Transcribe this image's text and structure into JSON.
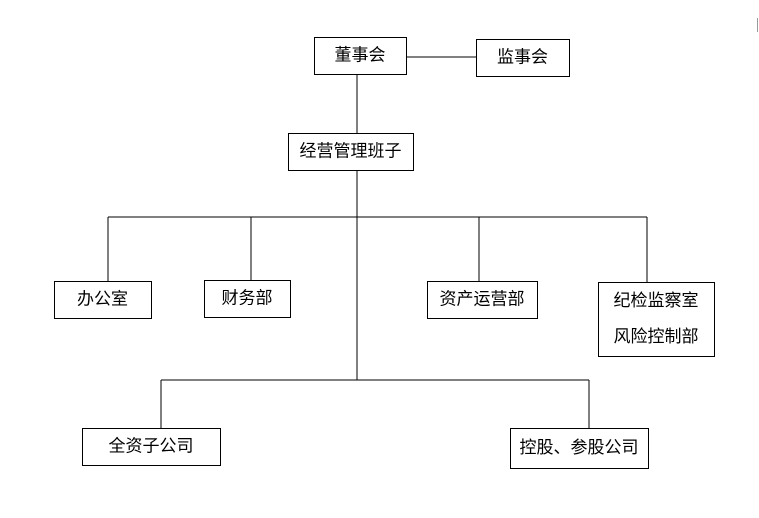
{
  "diagram": {
    "nodes": [
      {
        "id": "board",
        "lines": [
          "董事会"
        ]
      },
      {
        "id": "supervisors",
        "lines": [
          "监事会"
        ]
      },
      {
        "id": "management",
        "lines": [
          "经营管理班子"
        ]
      },
      {
        "id": "office",
        "lines": [
          "办公室"
        ]
      },
      {
        "id": "finance",
        "lines": [
          "财务部"
        ]
      },
      {
        "id": "asset-ops",
        "lines": [
          "资产运营部"
        ]
      },
      {
        "id": "discipline-risk",
        "lines": [
          "纪检监察室",
          "风险控制部"
        ]
      },
      {
        "id": "wholly-owned",
        "lines": [
          "全资子公司"
        ]
      },
      {
        "id": "holding",
        "lines": [
          "控股、参股公司"
        ]
      }
    ],
    "edges": [
      {
        "from": "board",
        "to": "supervisors"
      },
      {
        "from": "board",
        "to": "management"
      },
      {
        "from": "management",
        "to": "office"
      },
      {
        "from": "management",
        "to": "finance"
      },
      {
        "from": "management",
        "to": "asset-ops"
      },
      {
        "from": "management",
        "to": "discipline-risk"
      },
      {
        "from": "management",
        "to": "wholly-owned"
      },
      {
        "from": "management",
        "to": "holding"
      }
    ]
  }
}
